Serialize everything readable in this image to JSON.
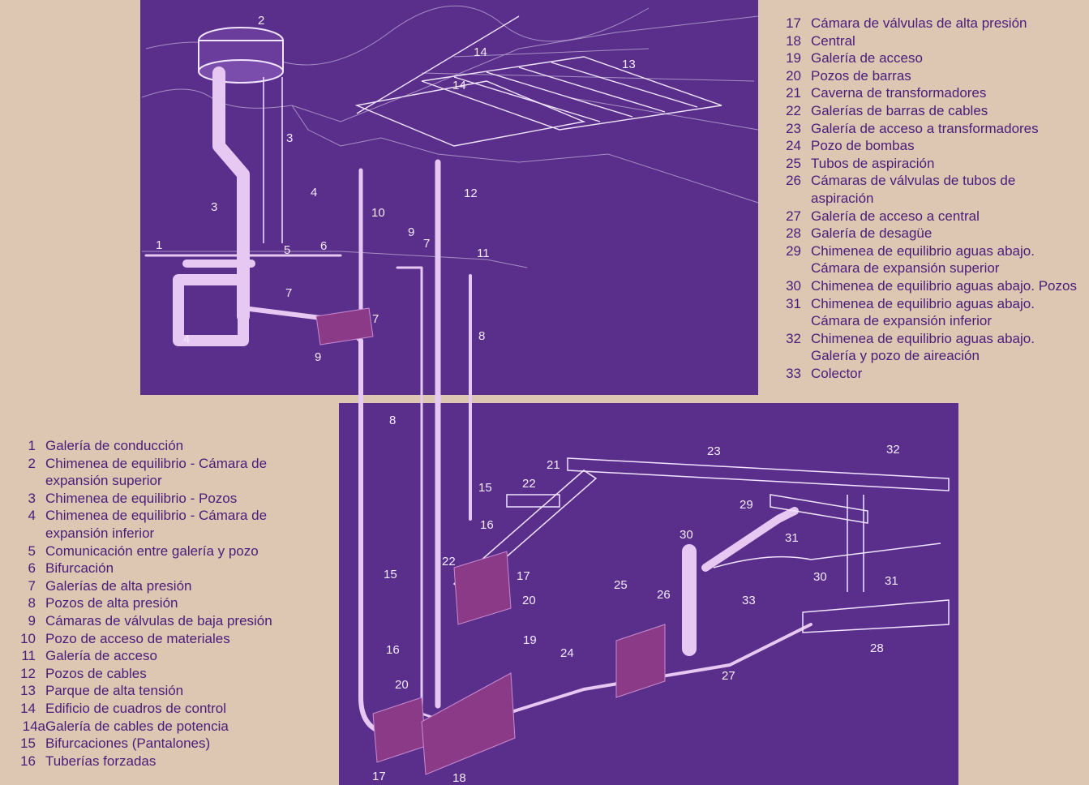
{
  "legend_right": [
    {
      "num": "17",
      "text": "Cámara de válvulas de alta presión"
    },
    {
      "num": "18",
      "text": "Central"
    },
    {
      "num": "19",
      "text": "Galería de acceso"
    },
    {
      "num": "20",
      "text": "Pozos de barras"
    },
    {
      "num": "21",
      "text": "Caverna de transformadores"
    },
    {
      "num": "22",
      "text": "Galerías de barras de cables"
    },
    {
      "num": "23",
      "text": "Galería de acceso a transformadores"
    },
    {
      "num": "24",
      "text": "Pozo de bombas"
    },
    {
      "num": "25",
      "text": "Tubos de aspiración"
    },
    {
      "num": "26",
      "text": "Cámaras de válvulas de tubos de aspiración"
    },
    {
      "num": "27",
      "text": "Galería de acceso a central"
    },
    {
      "num": "28",
      "text": "Galería de desagüe"
    },
    {
      "num": "29",
      "text": "Chimenea de equilibrio aguas abajo. Cámara de expansión superior"
    },
    {
      "num": "30",
      "text": "Chimenea de equilibrio aguas abajo. Pozos"
    },
    {
      "num": "31",
      "text": "Chimenea de equilibrio aguas abajo. Cámara de expansión inferior"
    },
    {
      "num": "32",
      "text": "Chimenea de equilibrio aguas abajo. Galería y pozo de aireación"
    },
    {
      "num": "33",
      "text": "Colector"
    }
  ],
  "legend_left": [
    {
      "num": "1",
      "text": "Galería de conducción"
    },
    {
      "num": "2",
      "text": "Chimenea de equilibrio - Cámara de expansión superior"
    },
    {
      "num": "3",
      "text": "Chimenea de equilibrio - Pozos"
    },
    {
      "num": "4",
      "text": "Chimenea de equilibrio - Cámara de expansión inferior"
    },
    {
      "num": "5",
      "text": "Comunicación entre galería y pozo"
    },
    {
      "num": "6",
      "text": "Bifurcación"
    },
    {
      "num": "7",
      "text": "Galerías de alta presión"
    },
    {
      "num": "8",
      "text": "Pozos de alta presión"
    },
    {
      "num": "9",
      "text": "Cámaras de válvulas de baja presión"
    },
    {
      "num": "10",
      "text": "Pozo de acceso de materiales"
    },
    {
      "num": "11",
      "text": "Galería de acceso"
    },
    {
      "num": "12",
      "text": "Pozos de cables"
    },
    {
      "num": "13",
      "text": "Parque de alta tensión"
    },
    {
      "num": "14",
      "text": "Edificio de cuadros de control"
    },
    {
      "num": "14a",
      "text": "Galería de cables de potencia"
    },
    {
      "num": "15",
      "text": "Bifurcaciones (Pantalones)"
    },
    {
      "num": "16",
      "text": "Tuberías forzadas"
    }
  ],
  "diagram_labels": {
    "l1": "1",
    "l2": "2",
    "l3a": "3",
    "l3b": "3",
    "l4a": "4",
    "l4b": "4",
    "l5": "5",
    "l6": "6",
    "l7a": "7",
    "l7b": "7",
    "l7c": "7",
    "l9a": "9",
    "l9b": "9",
    "l10": "10",
    "l11": "11",
    "l12": "12",
    "l13": "13",
    "l14a": "14",
    "l14b": "14",
    "l8a": "8",
    "l8b": "8",
    "l15a": "15",
    "l15b": "15",
    "l16a": "16",
    "l16b": "16",
    "l17a": "17",
    "l17b": "17",
    "l18": "18",
    "l19": "19",
    "l20a": "20",
    "l20b": "20",
    "l21": "21",
    "l22a": "22",
    "l22b": "22",
    "l23": "23",
    "l24": "24",
    "l25": "25",
    "l26": "26",
    "l27": "27",
    "l28": "28",
    "l29": "29",
    "l30a": "30",
    "l30b": "30",
    "l31a": "31",
    "l31b": "31",
    "l32": "32",
    "l33": "33"
  },
  "colors": {
    "background": "#ddc6b2",
    "panel": "#5a2f8c",
    "legend_text": "#4a1d7a",
    "pipe": "#e6c8f2",
    "valve_chamber": "#8a3a86"
  }
}
